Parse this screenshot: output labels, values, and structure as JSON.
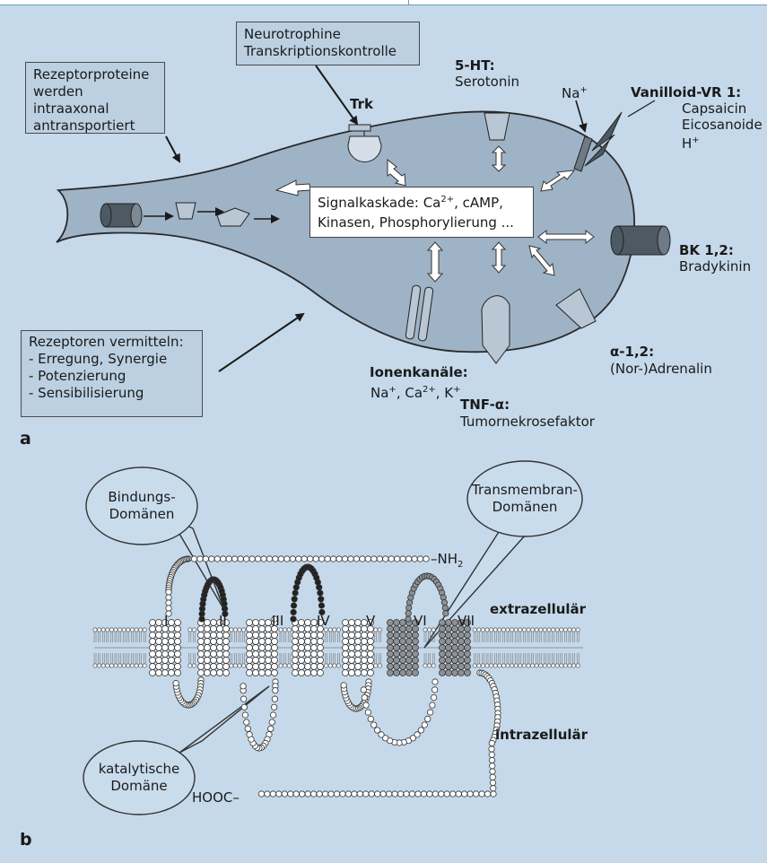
{
  "panel_a": {
    "label": "a",
    "box_receptor_proteins": [
      "Rezeptorproteine",
      "werden intraaxonal",
      "antransportiert"
    ],
    "box_neurotrophine": [
      "Neurotrophine",
      "Transkriptionskontrolle"
    ],
    "box_receptors_mediate": [
      "Rezeptoren vermitteln:",
      "- Erregung, Synergie",
      "- Potenzierung",
      "- Sensibilisierung"
    ],
    "cascade_line1": "Signalkaskade: Ca",
    "cascade_line1_sup": "2+",
    "cascade_line1_rest": ", cAMP,",
    "cascade_line2": "Kinasen, Phosphorylierung ...",
    "trk": "Trk",
    "ht5_title": "5-HT:",
    "ht5_sub": "Serotonin",
    "na_top": "Na",
    "na_top_sup": "+",
    "vanilloid_title": "Vanilloid-VR 1:",
    "vanilloid_items": [
      "Capsaicin",
      "Eicosanoide",
      "H"
    ],
    "vanilloid_h_sup": "+",
    "bk_title": "BK 1,2:",
    "bk_sub": "Bradykinin",
    "alpha_title": "α-1,2:",
    "alpha_sub": "(Nor-)Adrenalin",
    "ion_title": "Ionenkanäle:",
    "ion_na": "Na",
    "ion_na_sup": "+",
    "ion_ca": ", Ca",
    "ion_ca_sup": "2+",
    "ion_k": ", K",
    "ion_k_sup": "+",
    "tnf_title": "TNF-α:",
    "tnf_sub": "Tumornekrosefaktor"
  },
  "panel_b": {
    "label": "b",
    "bubble_binding": [
      "Bindungs-",
      "Domänen"
    ],
    "bubble_transmembrane": [
      "Transmembran-",
      "Domänen"
    ],
    "bubble_catalytic": [
      "katalytische",
      "Domäne"
    ],
    "nh2": "–NH",
    "nh2_sub": "2",
    "hooc": "HOOC–",
    "extracellular": "extrazellulär",
    "intracellular": "intrazellulär",
    "domains": [
      "I",
      "II",
      "III",
      "IV",
      "V",
      "VI",
      "VII"
    ]
  },
  "colors": {
    "background": "#c5d9ea",
    "neuron_fill": "#9fb3c6",
    "box_fill": "#bcd0e2",
    "dark_receptor": "#4d5963",
    "highlight_bead": "#222222",
    "grey_bead": "#8d9196"
  }
}
